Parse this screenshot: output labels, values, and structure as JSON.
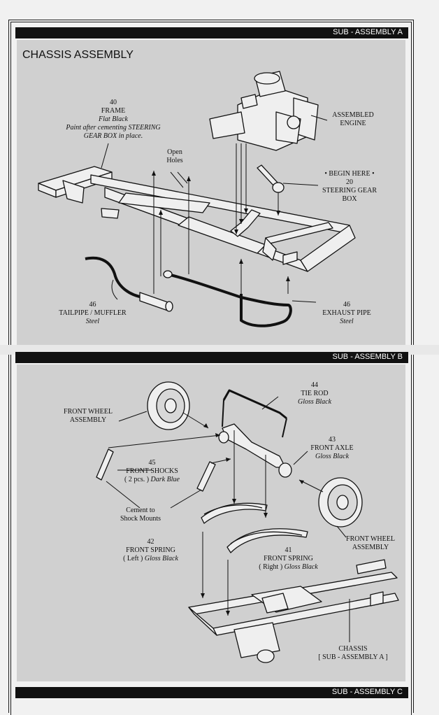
{
  "headers": {
    "sub_a": "SUB - ASSEMBLY A",
    "sub_b": "SUB - ASSEMBLY B",
    "sub_c": "SUB - ASSEMBLY C"
  },
  "section_a": {
    "title": "CHASSIS ASSEMBLY",
    "frame": {
      "number": "40",
      "name": "FRAME",
      "finish": "Flat Black",
      "note_1": "Paint after cementing STEERING",
      "note_2": "GEAR BOX in place."
    },
    "open_holes": {
      "line_1": "Open",
      "line_2": "Holes"
    },
    "engine": {
      "line_1": "ASSEMBLED",
      "line_2": "ENGINE"
    },
    "steering": {
      "begin": "• BEGIN HERE •",
      "number": "20",
      "line_1": "STEERING GEAR",
      "line_2": "BOX"
    },
    "tailpipe": {
      "number": "46",
      "name": "TAILPIPE / MUFFLER",
      "finish": "Steel"
    },
    "exhaust": {
      "number": "46",
      "name": "EXHAUST PIPE",
      "finish": "Steel"
    }
  },
  "section_b": {
    "front_wheel_left": {
      "line_1": "FRONT WHEEL",
      "line_2": "ASSEMBLY"
    },
    "tie_rod": {
      "number": "44",
      "name": "TIE ROD",
      "finish": "Gloss Black"
    },
    "front_axle": {
      "number": "43",
      "name": "FRONT AXLE",
      "finish": "Gloss Black"
    },
    "shocks": {
      "number": "45",
      "name": "FRONT SHOCKS",
      "qty": "( 2 pcs. )",
      "finish": "Dark Blue"
    },
    "cement": {
      "line_1": "Cement to",
      "line_2": "Shock Mounts"
    },
    "spring_left": {
      "number": "42",
      "name": "FRONT SPRING",
      "side": "( Left )",
      "finish": "Gloss Black"
    },
    "spring_right": {
      "number": "41",
      "name": "FRONT SPRING",
      "side": "( Right )",
      "finish": "Gloss Black"
    },
    "front_wheel_right": {
      "line_1": "FRONT WHEEL",
      "line_2": "ASSEMBLY"
    },
    "chassis": {
      "line_1": "CHASSIS",
      "line_2": "[ SUB - ASSEMBLY A ]"
    }
  }
}
